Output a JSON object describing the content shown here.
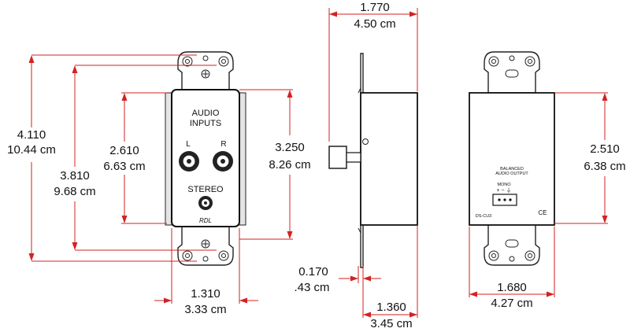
{
  "front_view": {
    "title_line1": "AUDIO",
    "title_line2": "INPUTS",
    "left_label": "L",
    "right_label": "R",
    "stereo_label": "STEREO",
    "brand": "RDL",
    "dim_overall_height": {
      "in": "4.110",
      "cm": "10.44 cm"
    },
    "dim_screw_spacing": {
      "in": "3.810",
      "cm": "9.68 cm"
    },
    "dim_box_height": {
      "in": "3.250",
      "cm": "8.26 cm"
    },
    "dim_jack_height": {
      "in": "2.610",
      "cm": "6.63 cm"
    },
    "dim_box_width": {
      "in": "1.310",
      "cm": "3.33 cm"
    }
  },
  "side_view": {
    "dim_depth": {
      "in": "1.770",
      "cm": "4.50 cm"
    },
    "dim_plate": {
      "in": "0.170",
      "cm": ".43 cm"
    },
    "dim_box_depth": {
      "in": "1.360",
      "cm": "3.45 cm"
    }
  },
  "rear_view": {
    "label_line1": "BALANCED",
    "label_line2": "AUDIO OUTPUT",
    "mono_label": "MONO",
    "pin_labels": "+  −  ⏚",
    "model": "DS-CU3",
    "ce_mark": "CE",
    "dim_height": {
      "in": "2.510",
      "cm": "6.38 cm"
    },
    "dim_width": {
      "in": "1.680",
      "cm": "4.27 cm"
    }
  }
}
